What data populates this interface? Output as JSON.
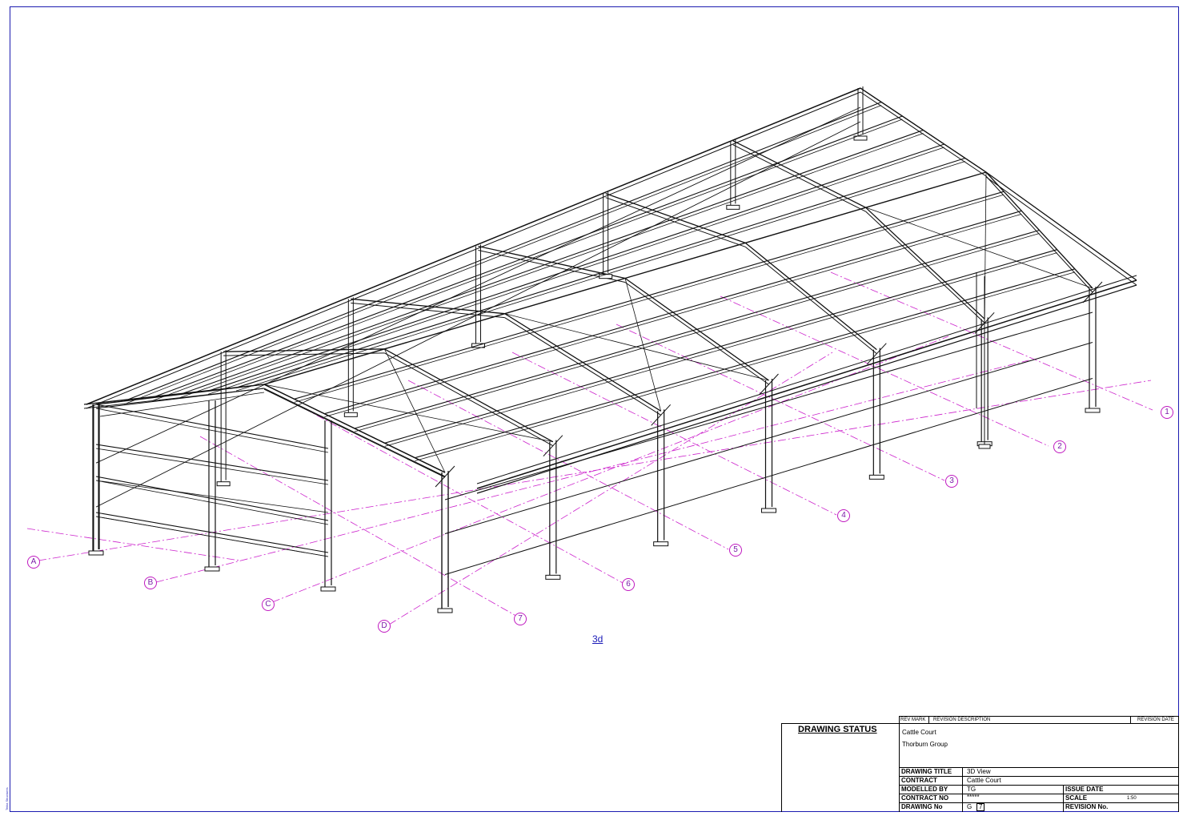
{
  "view_label": "3d",
  "side_id": "Tekla Structures",
  "grid": {
    "letters": [
      "A",
      "B",
      "C",
      "D"
    ],
    "numbers": [
      "1",
      "2",
      "3",
      "4",
      "5",
      "6",
      "7"
    ]
  },
  "title_block": {
    "drawing_status": "DRAWING STATUS",
    "rev_header": {
      "mark": "REV MARK",
      "description": "REVISION DESCRIPTION",
      "date": "REVISION DATE"
    },
    "project_lines": [
      "Cattle Court",
      "Thorburn Group"
    ],
    "fields": {
      "drawing_title": {
        "label": "DRAWING TITLE",
        "value": "3D View"
      },
      "contract": {
        "label": "CONTRACT",
        "value": "Cattle Court"
      },
      "modelled_by": {
        "label": "MODELLED BY",
        "value": "TG"
      },
      "contract_no": {
        "label": "CONTRACT NO",
        "value": "*****"
      },
      "drawing_no": {
        "label": "DRAWING No",
        "value": "G",
        "box": "7"
      },
      "issue_date": {
        "label": "ISSUE DATE",
        "value": ""
      },
      "scale": {
        "label": "SCALE",
        "value": "1:50"
      },
      "revision_no": {
        "label": "REVISION No.",
        "value": ""
      }
    }
  },
  "colors": {
    "frame": "#1c1cb0",
    "gridline": "#cc22cc",
    "structure": "#111111",
    "label_text": "#7a1aa8"
  }
}
